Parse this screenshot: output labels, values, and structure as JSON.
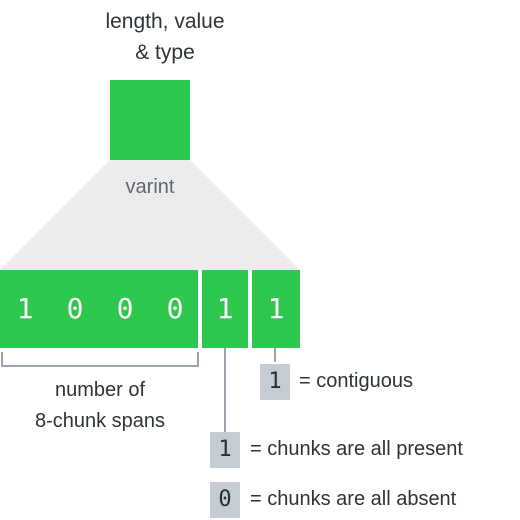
{
  "colors": {
    "green": "#2dc84d",
    "gray_trap": "#ececec",
    "key_bg": "#c5ccd4",
    "line": "#9aa4ae"
  },
  "header": {
    "line1": "length, value",
    "line2": "& type"
  },
  "varint_label": "varint",
  "bits": [
    "1",
    "0",
    "0",
    "0",
    "1",
    "1"
  ],
  "spans_label": {
    "line1": "number of",
    "line2": "8-chunk spans"
  },
  "legend": [
    {
      "key": "1",
      "text": "= contiguous"
    },
    {
      "key": "1",
      "text": "= chunks are all present"
    },
    {
      "key": "0",
      "text": "= chunks are all absent"
    }
  ]
}
